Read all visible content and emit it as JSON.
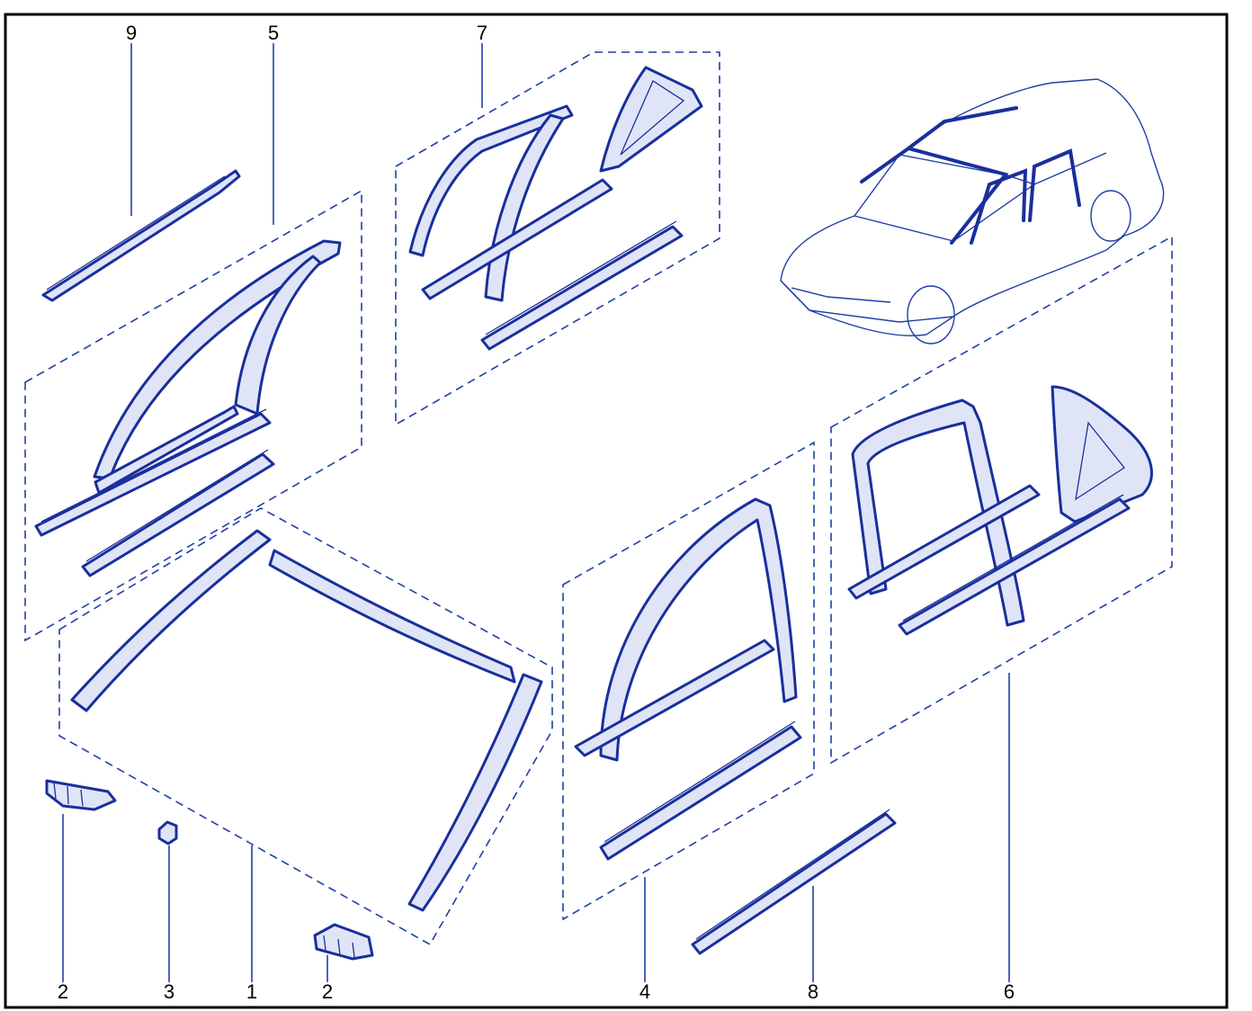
{
  "callouts": [
    {
      "id": "9",
      "label": "9"
    },
    {
      "id": "5",
      "label": "5"
    },
    {
      "id": "7",
      "label": "7"
    },
    {
      "id": "2a",
      "label": "2"
    },
    {
      "id": "3",
      "label": "3"
    },
    {
      "id": "1",
      "label": "1"
    },
    {
      "id": "2b",
      "label": "2"
    },
    {
      "id": "4",
      "label": "4"
    },
    {
      "id": "8",
      "label": "8"
    },
    {
      "id": "6",
      "label": "6"
    }
  ],
  "colors": {
    "line": "#1f3fa8",
    "seal_stroke": "#1a2f9c",
    "seal_fill": "#dfe5f7",
    "frame": "#000000"
  }
}
